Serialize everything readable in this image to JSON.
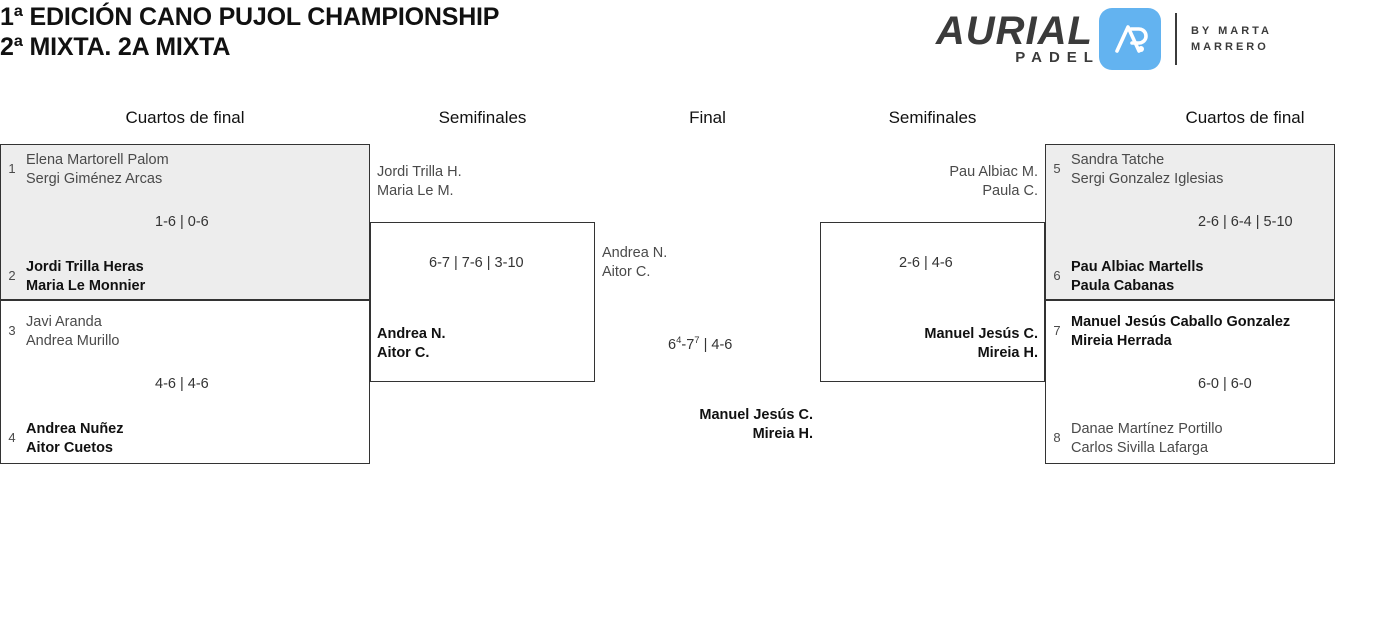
{
  "header": {
    "title_line1": "1ª EDICIÓN CANO PUJOL CHAMPIONSHIP",
    "title_line2": "2ª MIXTA. 2A MIXTA"
  },
  "logo": {
    "wordmark": "AURIAL",
    "subtext": "PADEL",
    "by_line1": "BY MARTA",
    "by_line2": "MARRERO",
    "mark_color": "#63b3f0",
    "text_color": "#3b3b3b"
  },
  "rounds": {
    "quarterfinals_left": "Cuartos de final",
    "semifinals_left": "Semifinales",
    "final": "Final",
    "semifinals_right": "Semifinales",
    "quarterfinals_right": "Cuartos de final"
  },
  "bracket": {
    "quarterfinals": [
      {
        "id": "qf1",
        "shaded": true,
        "score": "1-6 | 0-6",
        "teams": [
          {
            "seed": "1",
            "player1": "Elena Martorell Palom",
            "player2": "Sergi Giménez Arcas",
            "winner": false
          },
          {
            "seed": "2",
            "player1": "Jordi Trilla Heras",
            "player2": "Maria Le Monnier",
            "winner": true
          }
        ]
      },
      {
        "id": "qf2",
        "shaded": false,
        "score": "4-6 | 4-6",
        "teams": [
          {
            "seed": "3",
            "player1": "Javi Aranda",
            "player2": "Andrea Murillo",
            "winner": false
          },
          {
            "seed": "4",
            "player1": "Andrea Nuñez",
            "player2": "Aitor Cuetos",
            "winner": true
          }
        ]
      },
      {
        "id": "qf3",
        "shaded": true,
        "score": "2-6 | 6-4 | 5-10",
        "teams": [
          {
            "seed": "5",
            "player1": "Sandra Tatche",
            "player2": "Sergi Gonzalez Iglesias",
            "winner": false
          },
          {
            "seed": "6",
            "player1": "Pau Albiac Martells",
            "player2": "Paula Cabanas",
            "winner": true
          }
        ]
      },
      {
        "id": "qf4",
        "shaded": false,
        "score": "6-0 | 6-0",
        "teams": [
          {
            "seed": "7",
            "player1": "Manuel Jesús Caballo Gonzalez",
            "player2": "Mireia Herrada",
            "winner": true
          },
          {
            "seed": "8",
            "player1": "Danae Martínez Portillo",
            "player2": "Carlos Sivilla Lafarga",
            "winner": false
          }
        ]
      }
    ],
    "semifinals": [
      {
        "id": "sf1",
        "score": "6-7 | 7-6 | 3-10",
        "teams": [
          {
            "player1": "Jordi Trilla H.",
            "player2": "Maria Le M.",
            "winner": false
          },
          {
            "player1": "Andrea N.",
            "player2": "Aitor C.",
            "winner": true
          }
        ]
      },
      {
        "id": "sf2",
        "score": "2-6 | 4-6",
        "teams": [
          {
            "player1": "Pau Albiac M.",
            "player2": "Paula C.",
            "winner": false
          },
          {
            "player1": "Manuel Jesús C.",
            "player2": "Mireia H.",
            "winner": true
          }
        ]
      }
    ],
    "final": {
      "id": "final",
      "score_part1": "6",
      "score_sup1": "4",
      "score_mid": "-7",
      "score_sup2": "7",
      "score_part2": " | 4-6",
      "teams": [
        {
          "player1": "Andrea N.",
          "player2": "Aitor C.",
          "winner": false
        },
        {
          "player1": "Manuel Jesús C.",
          "player2": "Mireia H.",
          "winner": true
        }
      ]
    }
  }
}
